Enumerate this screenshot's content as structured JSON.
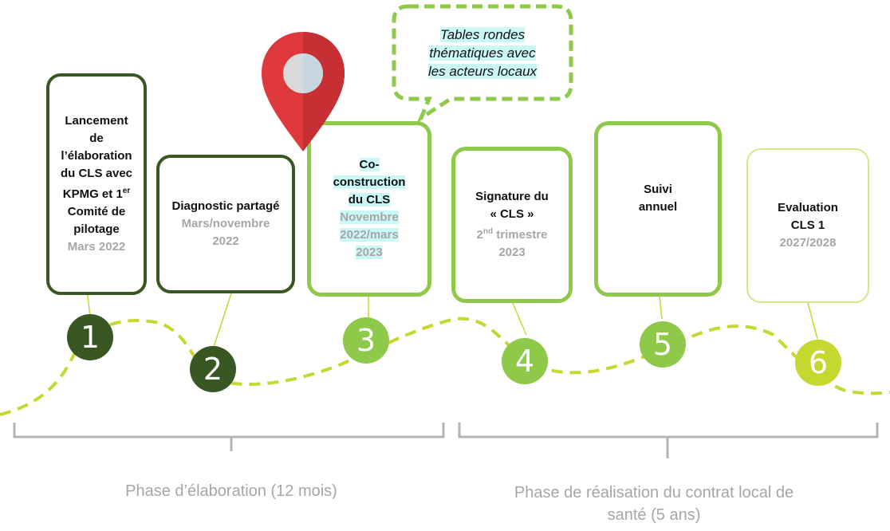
{
  "steps": [
    {
      "number": "1",
      "title_lines": [
        "Lancement",
        "de",
        "l’élaboration",
        "du CLS avec",
        "KPMG et 1er",
        "Comité de",
        "pilotage"
      ],
      "date_lines": [
        "Mars 2022"
      ]
    },
    {
      "number": "2",
      "title_lines": [
        "Diagnostic partagé"
      ],
      "date_lines": [
        "Mars/novembre",
        "2022"
      ]
    },
    {
      "number": "3",
      "title_lines": [
        "Co-",
        "construction",
        "du CLS"
      ],
      "date_lines": [
        "Novembre",
        "2022/mars",
        "2023"
      ]
    },
    {
      "number": "4",
      "title_lines": [
        "Signature du",
        "« CLS »"
      ],
      "date_lines": [
        "2nd trimestre",
        "2023"
      ]
    },
    {
      "number": "5",
      "title_lines": [
        "Suivi",
        "annuel"
      ],
      "date_lines": []
    },
    {
      "number": "6",
      "title_lines": [
        "Evaluation",
        "CLS 1"
      ],
      "date_lines": [
        "2027/2028"
      ]
    }
  ],
  "callout": {
    "lines": [
      "Tables rondes",
      "thématiques avec",
      "les acteurs locaux"
    ]
  },
  "phases": {
    "elaboration": "Phase d’élaboration (12 mois)",
    "realisation": "Phase de réalisation du contrat local de santé (5 ans)"
  },
  "colors": {
    "dark_green": "#385723",
    "light_green": "#8fc94a",
    "yellow_green": "#c5d82f",
    "yellow_green_border": "#dbe38a",
    "gray": "#a6a6a6",
    "pin_red": "#e0393c",
    "highlight": "#ccf7f7"
  },
  "icons": {
    "marker": "map-pin-icon"
  }
}
